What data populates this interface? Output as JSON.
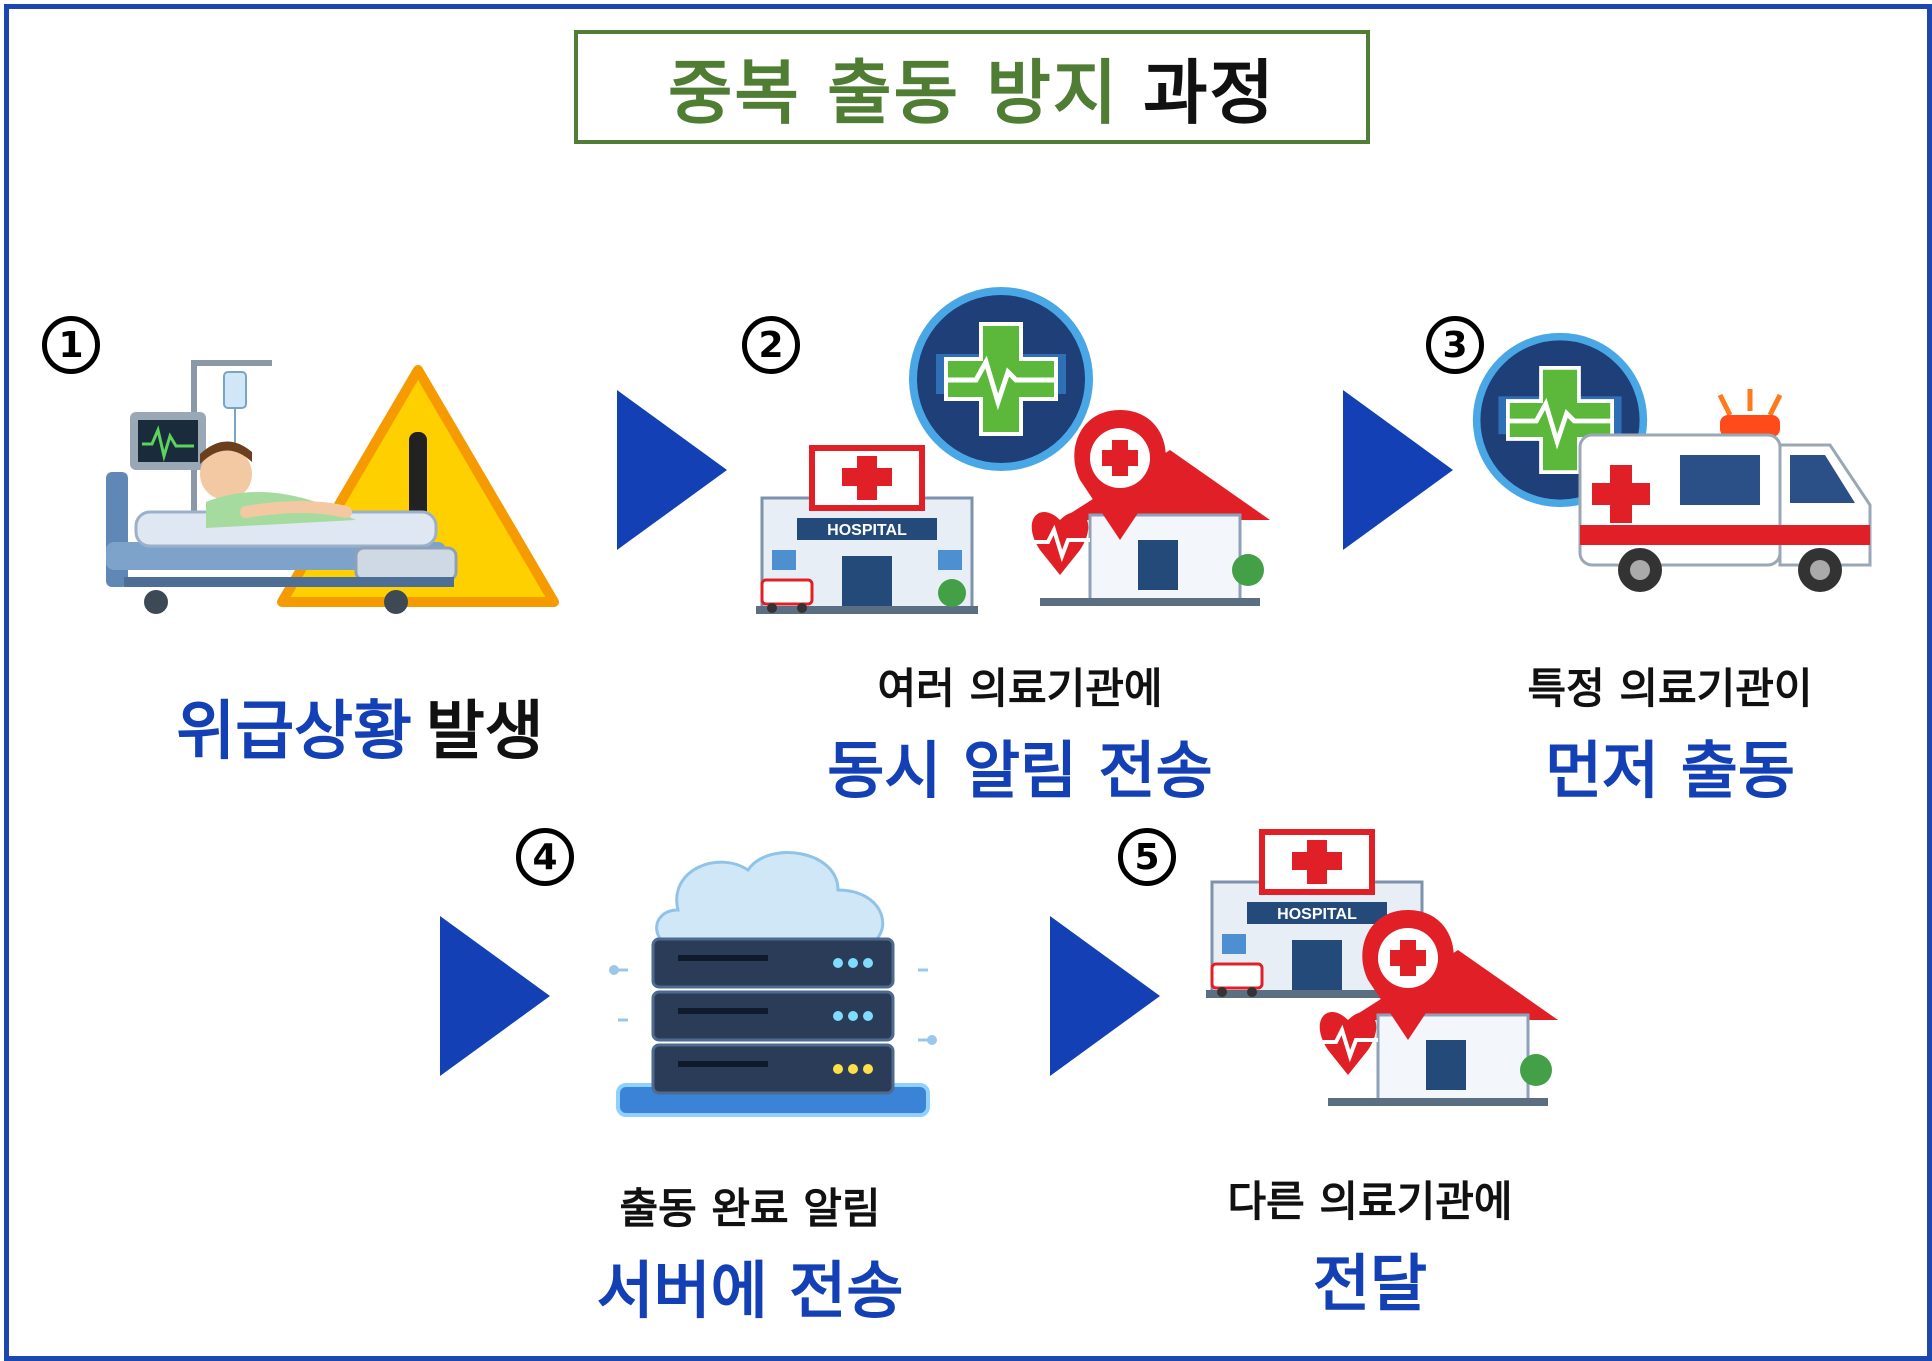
{
  "title": {
    "green": "중복 출동 방지",
    "black": "과정"
  },
  "steps": [
    {
      "number": "1",
      "caption_blue": "위급상황",
      "caption_black": "발생"
    },
    {
      "number": "2",
      "caption_small": "여러 의료기관에",
      "caption_large": "동시 알림 전송"
    },
    {
      "number": "3",
      "caption_small": "특정 의료기관이",
      "caption_large": "먼저 출동"
    },
    {
      "number": "4",
      "caption_small": "출동 완료 알림",
      "caption_large": "서버에 전송"
    },
    {
      "number": "5",
      "caption_small": "다른 의료기관에",
      "caption_large": "전달"
    }
  ],
  "illustrations": {
    "hospital_sign": "HOSPITAL"
  },
  "colors": {
    "frame": "#1d47b0",
    "title_border": "#4f7d34",
    "title_green": "#4f7d34",
    "accent_blue": "#1340b4",
    "warning_yellow": "#f5c400",
    "medical_red": "#e02026",
    "medical_green": "#5cb83a"
  },
  "icons": [
    "patient-bed-icon",
    "warning-icon",
    "medical-badge-icon",
    "hospital-icon",
    "clinic-pin-icon",
    "ambulance-icon",
    "server-icon"
  ]
}
